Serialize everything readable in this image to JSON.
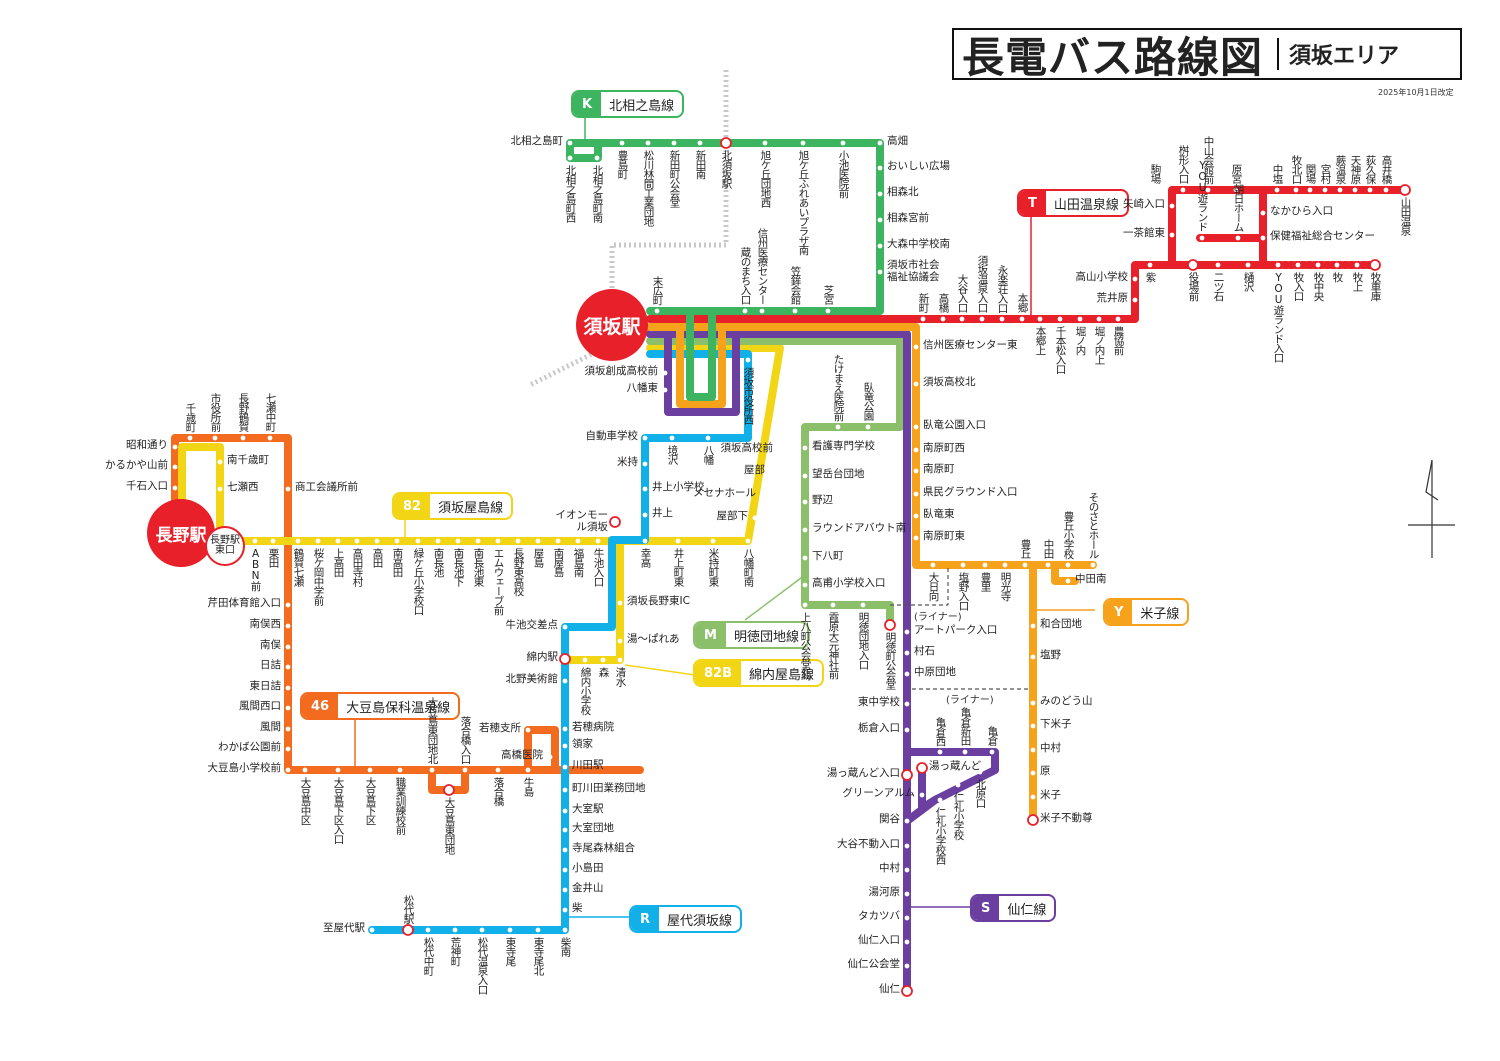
{
  "header": {
    "title": "長電バス路線図",
    "area": "須坂エリア",
    "revised": "2025年10月1日改定"
  },
  "hubs": {
    "suzaka": "須坂駅",
    "nagano": "長野駅",
    "nagano_east": "長野駅東口"
  },
  "liner_note": "(ライナー)",
  "colors": {
    "K": "#3db560",
    "T": "#e8202a",
    "Y": "#f7a21b",
    "S": "#6b3fa0",
    "M": "#8bbf6a",
    "R": "#12b0e8",
    "L82": "#f2d616",
    "L46": "#f26b1f"
  },
  "lines": {
    "K": {
      "code": "K",
      "name": "北相之島線",
      "stations": [
        "北相之島町",
        "北相之島町西",
        "北相之島町南",
        "豊島町",
        "松川林間工業団地",
        "新田町公会堂",
        "新田南",
        "北須坂駅",
        "旭ケ丘団地西",
        "旭ケ丘ふれあいプラザ南",
        "小池医院前",
        "高畑",
        "おいしい広場",
        "相森北",
        "相森宮前",
        "大森中学校南",
        "須坂市社会福祉協議会",
        "芝宮",
        "笠鉾会館",
        "信州医療センター",
        "蔵のまち入口",
        "末広町"
      ]
    },
    "T": {
      "code": "T",
      "name": "山田温泉線",
      "stations": [
        "新町",
        "高橋",
        "大谷入口",
        "須坂温泉入口",
        "永楽荘入口",
        "本郷",
        "本郷上",
        "千本松入口",
        "堀ノ内",
        "堀ノ内上",
        "農協前",
        "荒井原",
        "高山小学校",
        "紫",
        "役場前",
        "二ツ石",
        "樋沢",
        "一茶館東",
        "矢崎入口",
        "駒場",
        "桝形入口",
        "中山会館前",
        "原宮",
        "中塩",
        "牧北口",
        "関場",
        "宮村",
        "蕨温泉",
        "天神原",
        "荻久保",
        "高井橋",
        "山田温泉",
        "YOU遊ランド",
        "朝日ホーム",
        "なかひら入口",
        "保健福祉総合センター",
        "YOU遊ランド入口",
        "牧入口",
        "牧中央",
        "牧",
        "牧上",
        "牧車庫"
      ]
    },
    "trunk": {
      "stations": [
        "信州医療センター東",
        "須坂高校北",
        "臥竜公園入口",
        "南原町西",
        "南原町",
        "県民グラウンド入口",
        "臥竜東",
        "南原町東"
      ]
    },
    "Y": {
      "code": "Y",
      "name": "米子線",
      "stations": [
        "大日向",
        "塩野入口",
        "豊里",
        "明光寺",
        "豊丘",
        "中田",
        "豊丘小学校",
        "そのさとホール",
        "中田南",
        "和合団地",
        "塩野",
        "みのどう山",
        "下米子",
        "中村",
        "原",
        "米子",
        "米子不動尊"
      ]
    },
    "S": {
      "code": "S",
      "name": "仙仁線",
      "stations": [
        "アートパーク入口",
        "村石",
        "中原団地",
        "東中学校",
        "栃倉入口",
        "湯っ蔵んど入口",
        "グリーンアルム",
        "関谷",
        "大谷不動入口",
        "中村",
        "湯河原",
        "タカツバ",
        "仙仁入口",
        "仙仁公会堂",
        "仙仁",
        "亀倉西",
        "亀倉新田",
        "亀倉",
        "湯っ蔵んど",
        "北原口",
        "仁礼小学校",
        "仁礼小学校西"
      ]
    },
    "M": {
      "code": "M",
      "name": "明徳団地線",
      "stations": [
        "たけまえ医院前",
        "臥竜公園",
        "看護専門学校",
        "望岳台団地",
        "野辺",
        "ラウンドアバウト南",
        "下八町",
        "高甫小学校入口",
        "上八町公会堂北",
        "霞原大元神社前",
        "明徳団地入口",
        "明徳町公会堂"
      ]
    },
    "R": {
      "code": "R",
      "name": "屋代須坂線",
      "stations": [
        "須坂創成高校前",
        "八幡東",
        "須坂市役所西",
        "自動車学校",
        "境沢",
        "八幡",
        "米持",
        "井上小学校",
        "井上",
        "牛池交差点",
        "綿内駅",
        "北野美術館",
        "若穂病院",
        "領家",
        "川田駅",
        "町川田業務団地",
        "大室駅",
        "大室団地",
        "寺尾森林組合",
        "小島田",
        "金井山",
        "柴",
        "柴南",
        "東寺尾北",
        "東寺尾",
        "松代温泉入口",
        "荒神町",
        "松代中町",
        "松代駅",
        "至屋代駅"
      ]
    },
    "L82": {
      "code": "82",
      "name": "須坂屋島線",
      "stations": [
        "南千歳町",
        "七瀬西",
        "ABN前",
        "栗田",
        "鶴賀七瀬",
        "桜ケ岡中学前",
        "上高田",
        "高田寺村",
        "高田",
        "南高田",
        "緑ケ丘小学校口",
        "南長池",
        "南長池下",
        "南長池東",
        "エムウェーブ前",
        "長野東高校",
        "屋島",
        "南屋島",
        "福島南",
        "牛池入口",
        "イオンモール須坂",
        "幸高",
        "井上町東",
        "米持町東",
        "八幡町南",
        "屋部下",
        "メセナホール",
        "屋部",
        "須坂高校前",
        "須坂長野東IC",
        "湯〜ぱれあ",
        "清水",
        "森",
        "綿内小学校"
      ]
    },
    "L82B": {
      "code": "82B",
      "name": "綿内屋島線"
    },
    "L46": {
      "code": "46",
      "name": "大豆島保科温泉線",
      "stations": [
        "千歳町",
        "市役所前",
        "長野鶴賀",
        "七瀬中町",
        "昭和通り",
        "かるかや山前",
        "千石入口",
        "商工会議所前",
        "芹田体育館入口",
        "南俣西",
        "南俣",
        "日詰",
        "東日詰",
        "風間西口",
        "風間",
        "わかば公園前",
        "大豆島小学校前",
        "大豆島中区",
        "大豆島下区入口",
        "大豆島下区",
        "職業訓練校前",
        "大豆島東団地北",
        "落合橋入口",
        "大豆島東団地",
        "落合橋",
        "牛島",
        "若穂支所",
        "高橋医院"
      ]
    }
  }
}
